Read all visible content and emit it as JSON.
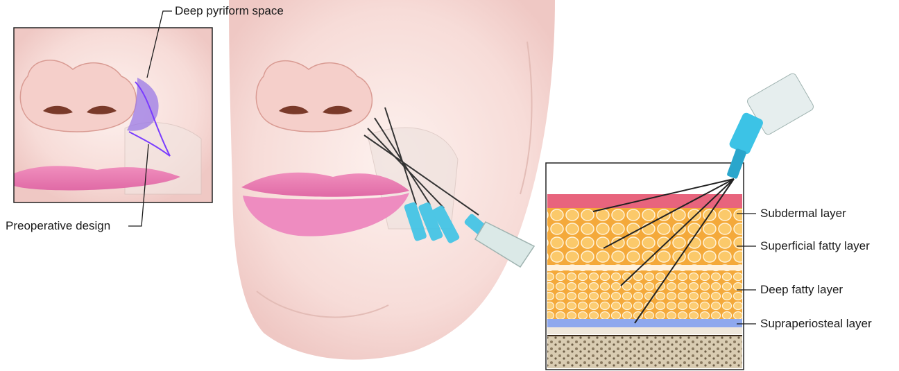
{
  "labels": {
    "deep_pyriform_space": "Deep pyriform space",
    "preoperative_design": "Preoperative design",
    "subdermal_layer": "Subdermal layer",
    "superficial_fatty_layer": "Superficial fatty layer",
    "deep_fatty_layer": "Deep fatty layer",
    "supraperiosteal_layer": "Supraperiosteal layer"
  },
  "colors": {
    "skin": "#f7dcd8",
    "lip": "#e87ab0",
    "dermis": "#e8647d",
    "fat": "#f7b64a",
    "supraperiosteal": "#8ea8ee",
    "bone": "#c9b89a",
    "design_outline": "#8a4bff",
    "syringe": "#3cc3e6"
  }
}
